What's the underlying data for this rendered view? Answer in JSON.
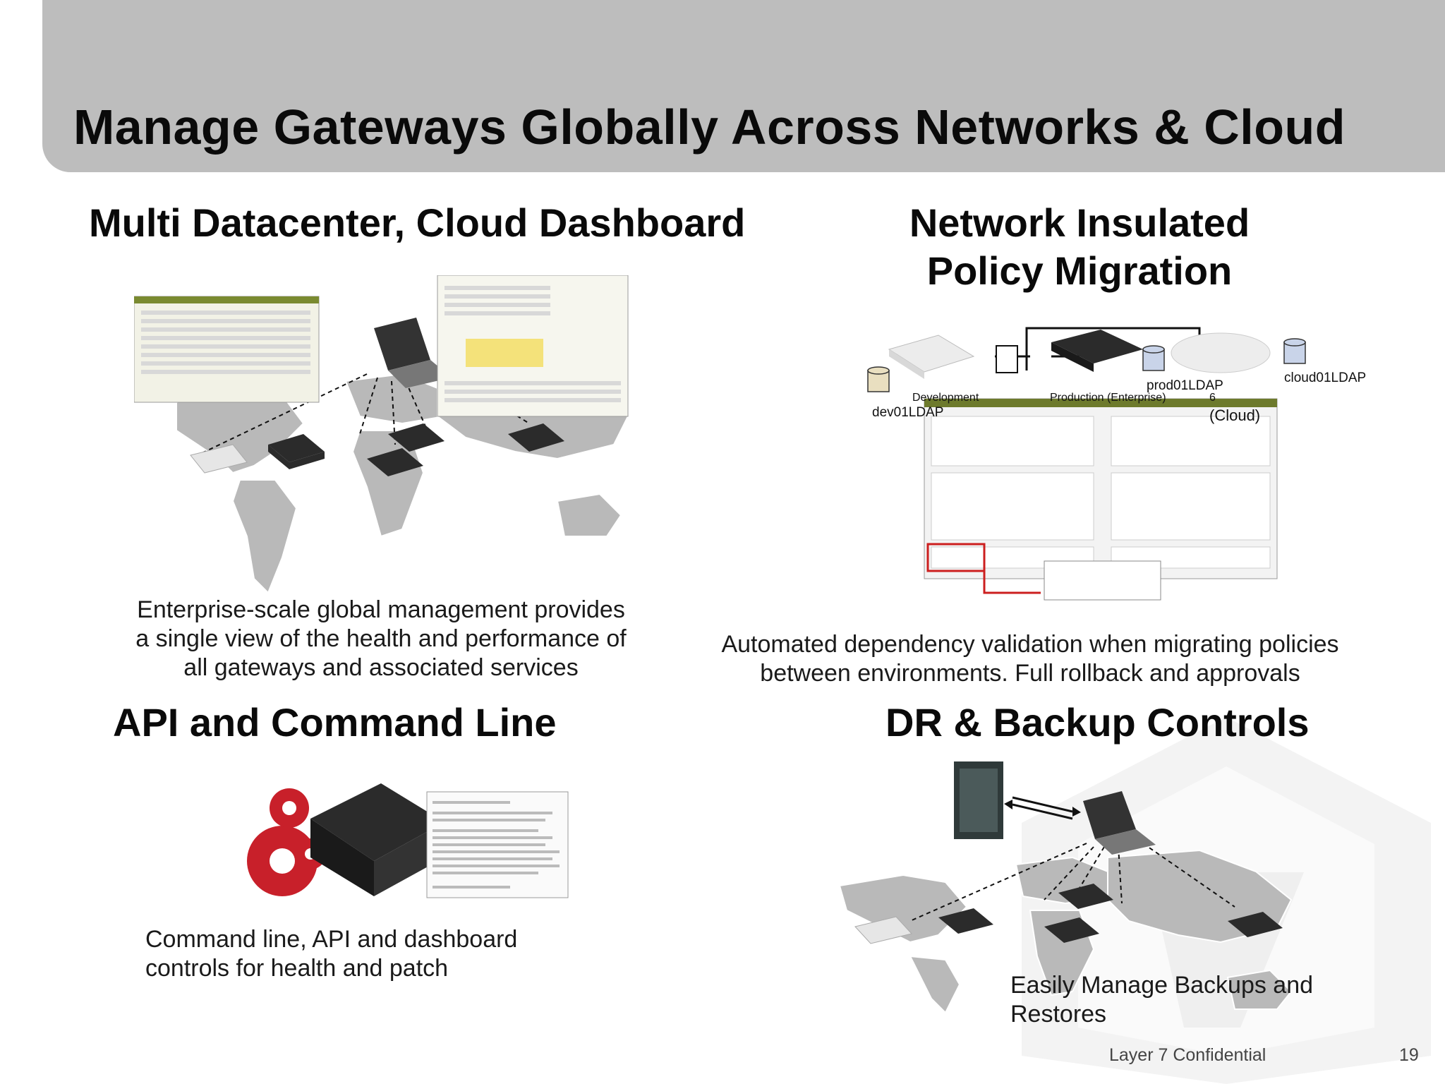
{
  "slide": {
    "title": "Manage Gateways Globally Across Networks & Cloud",
    "page_number": "19",
    "confidential": "Layer 7 Confidential"
  },
  "colors": {
    "header_bg": "#bdbdbd",
    "gear_red": "#c8202a",
    "map_gray": "#b9b9b9",
    "appliance_dark": "#2b2b2b",
    "arrow_red": "#cc1f1f"
  },
  "sections": {
    "dashboard": {
      "heading": "Multi Datacenter, Cloud Dashboard",
      "body_lines": [
        "Enterprise-scale global management provides",
        "a single view of the health and performance of",
        "all gateways and associated services"
      ]
    },
    "migration": {
      "heading_lines": [
        "Network Insulated",
        "Policy Migration"
      ],
      "body_lines": [
        "Automated dependency validation when migrating policies",
        "between environments. Full rollback and approvals"
      ],
      "labels": {
        "dev_ldap": "dev01LDAP",
        "development": "Development",
        "production": "Production (Enterprise)",
        "prod_ldap": "prod01LDAP",
        "cloud_ldap": "cloud01LDAP",
        "six": "6",
        "cloud": "(Cloud)"
      }
    },
    "api": {
      "heading": "API and Command Line",
      "body_lines": [
        "Command line, API and dashboard",
        "controls for health and patch"
      ]
    },
    "dr": {
      "heading": "DR & Backup Controls",
      "body_lines": [
        "Easily Manage Backups and",
        "Restores"
      ]
    }
  },
  "icons": [
    "world-map-icon",
    "laptop-icon",
    "gateway-appliance-icon",
    "database-icon",
    "document-icon",
    "server-rack-icon",
    "gear-icon",
    "cloud-icon"
  ]
}
